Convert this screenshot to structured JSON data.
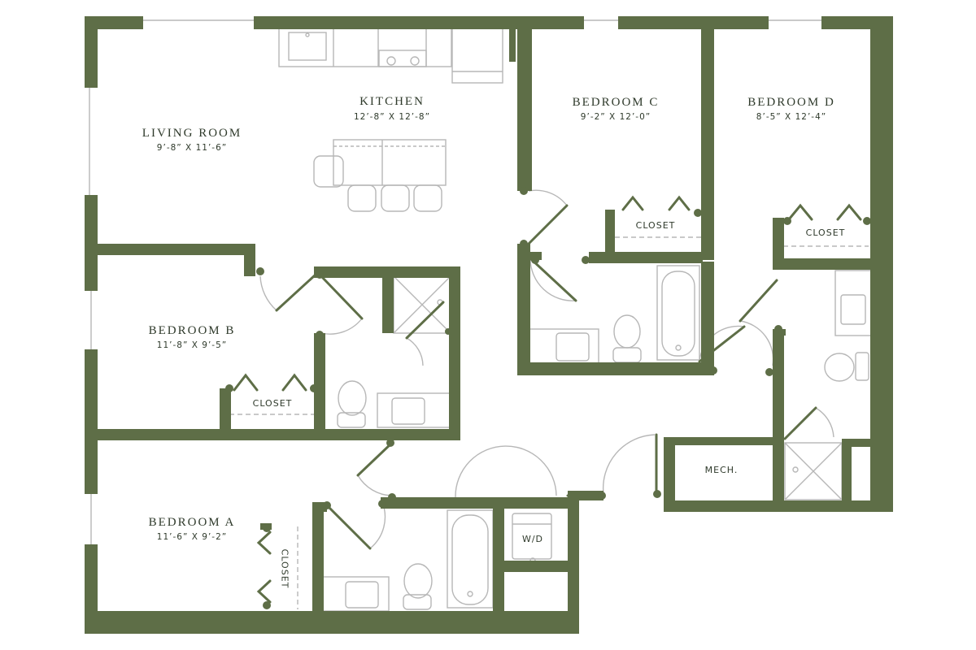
{
  "plan": {
    "wall_color": "#5e6e47",
    "fixture_color": "#b7b7b7"
  },
  "rooms": {
    "living_room": {
      "name": "LIVING ROOM",
      "dims": "9’-8” X 11’-6”"
    },
    "kitchen": {
      "name": "KITCHEN",
      "dims": "12’-8” X 12’-8”"
    },
    "bedroom_c": {
      "name": "BEDROOM C",
      "dims": "9’-2” X 12’-0”"
    },
    "bedroom_d": {
      "name": "BEDROOM D",
      "dims": "8’-5” X 12’-4”"
    },
    "bedroom_b": {
      "name": "BEDROOM B",
      "dims": "11’-8” X 9’-5”"
    },
    "bedroom_a": {
      "name": "BEDROOM A",
      "dims": "11’-6” X 9’-2”"
    }
  },
  "labels": {
    "closet_c": "CLOSET",
    "closet_d": "CLOSET",
    "closet_b": "CLOSET",
    "closet_a": "CLOSET",
    "mech": "MECH.",
    "wd": "W/D"
  }
}
